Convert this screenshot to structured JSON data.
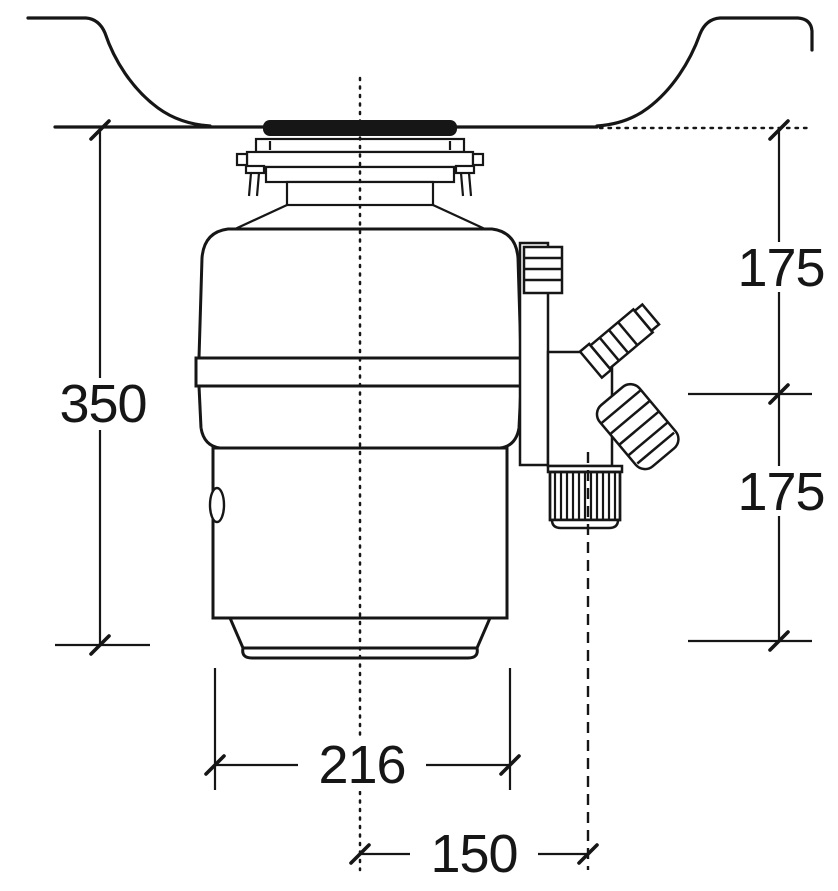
{
  "diagram": {
    "subject": "in-sink-food-waste-disposer-installation-dimension-drawing",
    "dimensions": {
      "overall_height": "350",
      "upper_section_height": "175",
      "lower_section_height": "175",
      "body_width": "216",
      "outlet_offset": "150"
    },
    "colors": {
      "line": "#161616",
      "background": "#ffffff"
    }
  }
}
